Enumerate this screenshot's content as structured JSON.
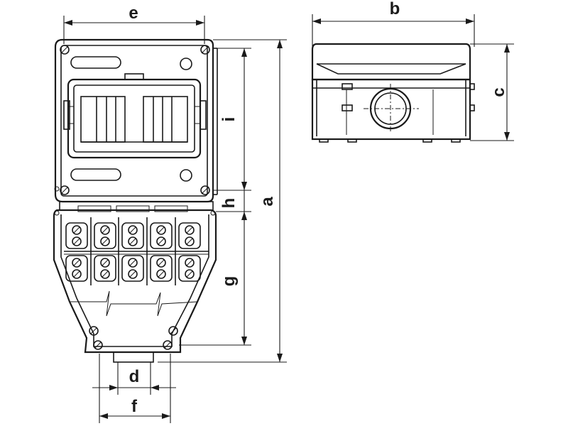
{
  "labels": {
    "a": "a",
    "b": "b",
    "c": "c",
    "d": "d",
    "e": "e",
    "f": "f",
    "g": "g",
    "h": "h",
    "i": "i"
  },
  "colors": {
    "line": "#1a1a1a",
    "background": "#ffffff"
  }
}
